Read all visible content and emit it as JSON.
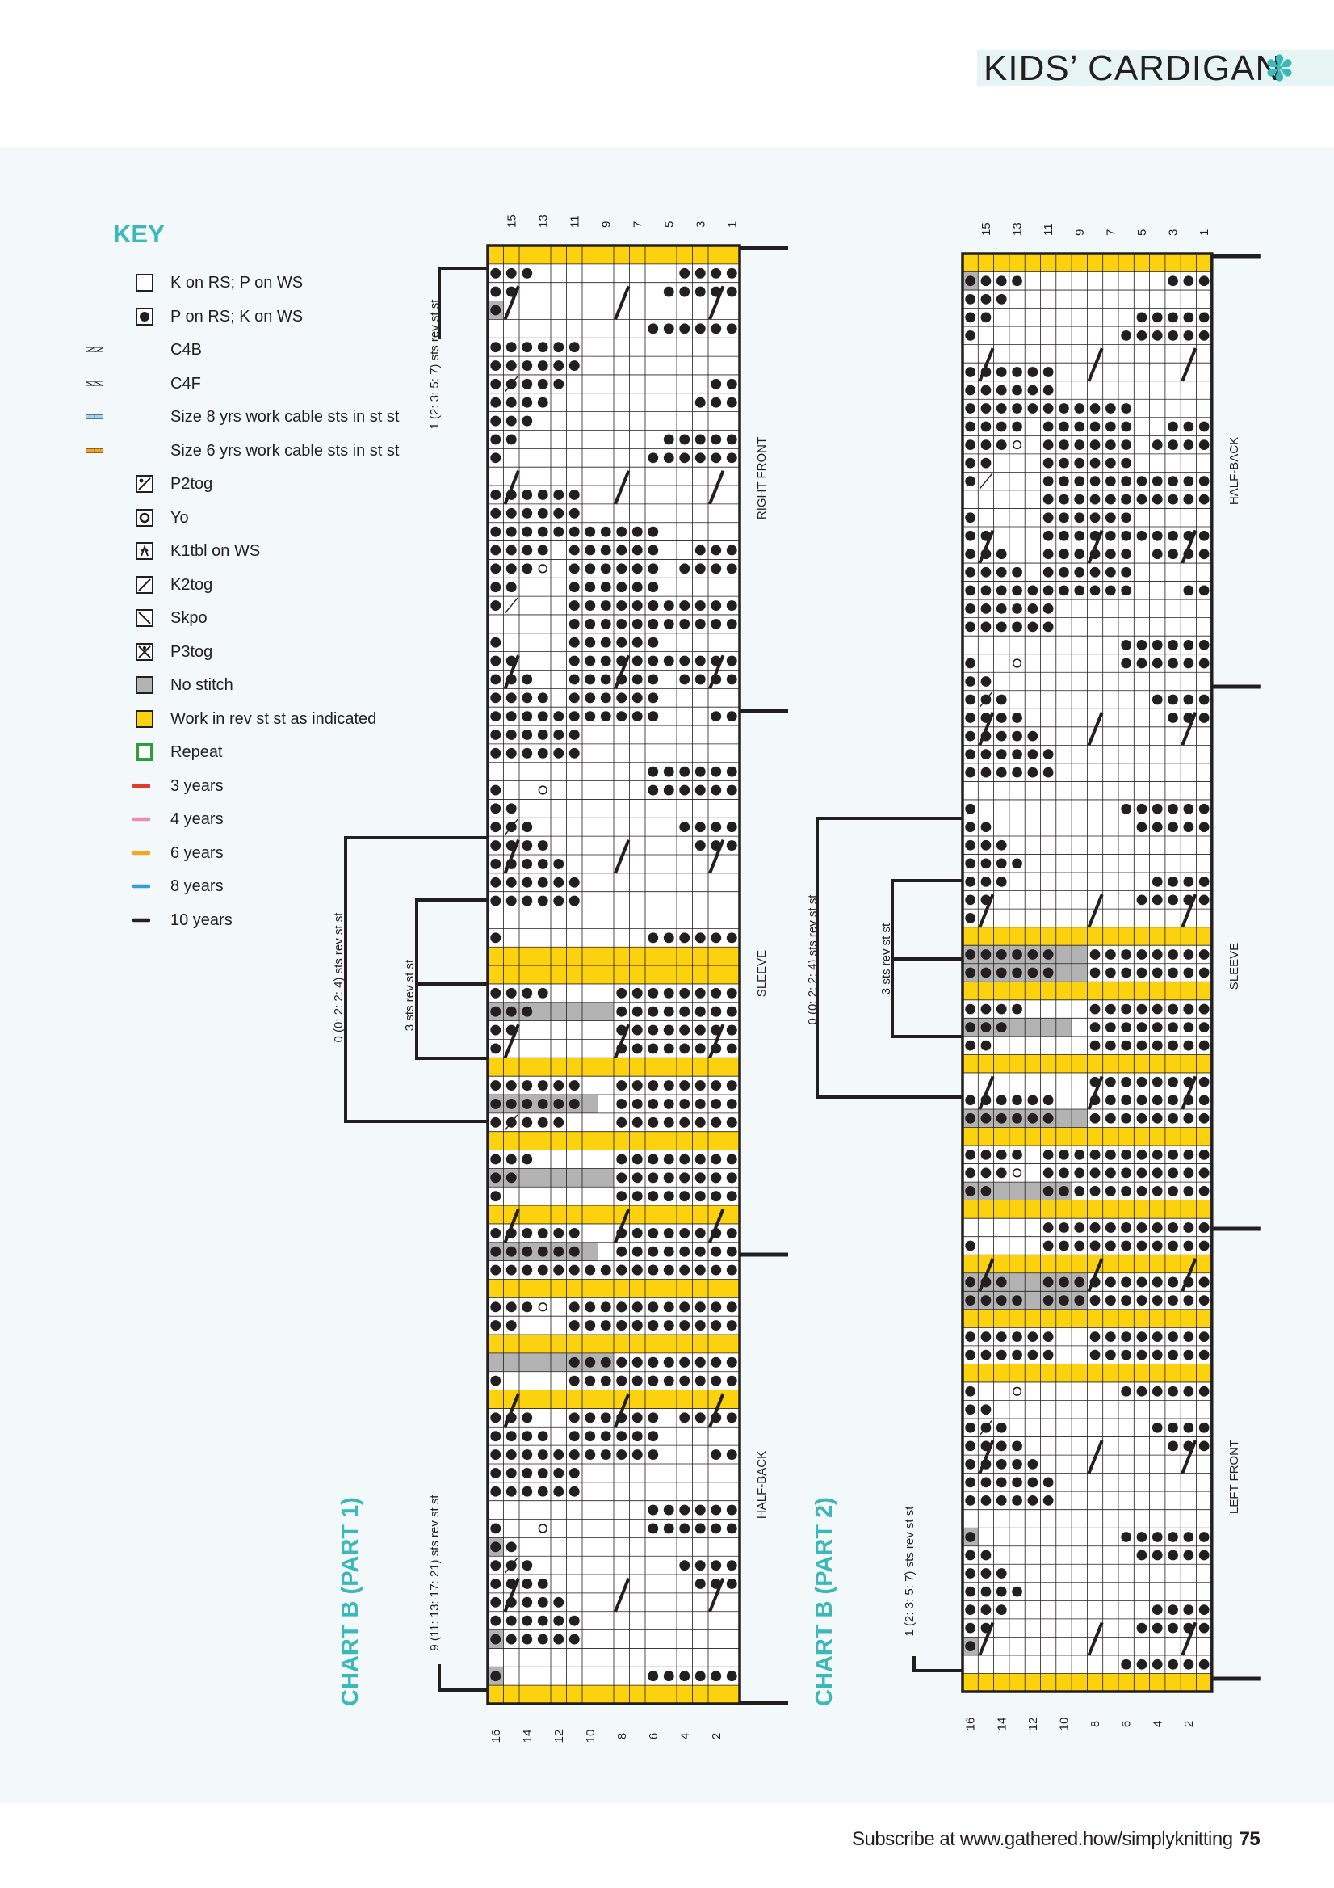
{
  "header": {
    "title": "KIDS’ CARDIGAN",
    "flower_icon": "flower-icon"
  },
  "key": {
    "title": "KEY",
    "items": [
      {
        "label": "K on RS; P on WS",
        "symbol": "empty"
      },
      {
        "label": "P on RS; K on WS",
        "symbol": "dot"
      },
      {
        "label": "C4B",
        "symbol": "c4b"
      },
      {
        "label": "C4F",
        "symbol": "c4f"
      },
      {
        "label": "Size 8 yrs work cable sts in st st",
        "symbol": "blue-row"
      },
      {
        "label": "Size 6 yrs work cable sts in st st",
        "symbol": "orange-row"
      },
      {
        "label": "P2tog",
        "symbol": "p2tog"
      },
      {
        "label": "Yo",
        "symbol": "yo"
      },
      {
        "label": "K1tbl on WS",
        "symbol": "k1tbl"
      },
      {
        "label": "K2tog",
        "symbol": "k2tog"
      },
      {
        "label": "Skpo",
        "symbol": "skpo"
      },
      {
        "label": "P3tog",
        "symbol": "p3tog"
      },
      {
        "label": "No stitch",
        "symbol": "no-stitch"
      },
      {
        "label": "Work in rev st st as indicated",
        "symbol": "yellow"
      },
      {
        "label": "Repeat",
        "symbol": "repeat"
      },
      {
        "label": "3 years",
        "symbol": "line",
        "color": "#e03a2f"
      },
      {
        "label": "4 years",
        "symbol": "line",
        "color": "#f08ab8"
      },
      {
        "label": "6 years",
        "symbol": "line",
        "color": "#f5a623"
      },
      {
        "label": "8 years",
        "symbol": "line",
        "color": "#3a9ad9"
      },
      {
        "label": "10 years",
        "symbol": "line",
        "color": "#231f20"
      }
    ]
  },
  "chart1": {
    "title": "CHART B (PART 1)",
    "top_numbers": [
      "15",
      "13",
      "11",
      "9",
      "7",
      "5",
      "3",
      "1"
    ],
    "bottom_numbers": [
      "16",
      "14",
      "12",
      "10",
      "8",
      "6",
      "4",
      "2"
    ],
    "side_labels": [
      "RIGHT FRONT",
      "SLEEVE",
      "HALF-BACK"
    ],
    "left_labels": [
      "1 (2: 3: 5: 7) sts rev st st",
      "0 (0: 2: 2: 4) sts rev st st",
      "3 sts rev st st",
      "9 (11: 13: 17: 21) sts rev st st"
    ]
  },
  "chart2": {
    "title": "CHART B (PART 2)",
    "top_numbers": [
      "15",
      "13",
      "11",
      "9",
      "7",
      "5",
      "3",
      "1"
    ],
    "bottom_numbers": [
      "16",
      "14",
      "12",
      "10",
      "8",
      "6",
      "4",
      "2"
    ],
    "side_labels": [
      "HALF-BACK",
      "SLEEVE",
      "LEFT FRONT"
    ],
    "left_labels": [
      "0 (0: 2: 2: 4) sts rev st st",
      "3 sts rev st st",
      "1 (2: 3: 5: 7) sts rev st st"
    ]
  },
  "colors": {
    "accent": "#3bb8b8",
    "yellow": "#fcd20f",
    "grey": "#b3b3b3",
    "ink": "#231f20"
  },
  "footer": {
    "text": "Subscribe at www.gathered.how/simplyknitting",
    "page": "75"
  }
}
